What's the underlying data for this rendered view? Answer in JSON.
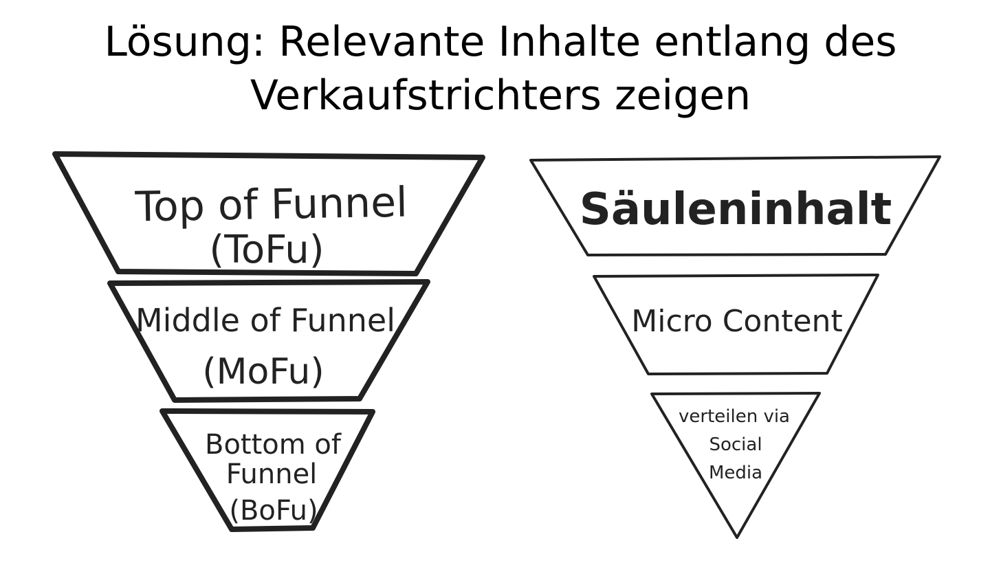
{
  "title": {
    "line1": "Lösung: Relevante Inhalte entlang des",
    "line2": "Verkaufstrichters zeigen"
  },
  "left_funnel": {
    "top": {
      "line1": "Top of Funnel",
      "line2": "(ToFu)"
    },
    "middle": {
      "line1": "Middle of Funnel",
      "line2": "(MoFu)"
    },
    "bottom": {
      "line1": "Bottom of",
      "line2": "Funnel",
      "line3": "(BoFu)"
    }
  },
  "right_funnel": {
    "top": {
      "label": "Säuleninhalt"
    },
    "middle": {
      "label": "Micro Content"
    },
    "bottom": {
      "line1": "verteilen via",
      "line2": "Social",
      "line3": "Media"
    }
  },
  "colors": {
    "ink": "#222222",
    "background": "#ffffff"
  }
}
